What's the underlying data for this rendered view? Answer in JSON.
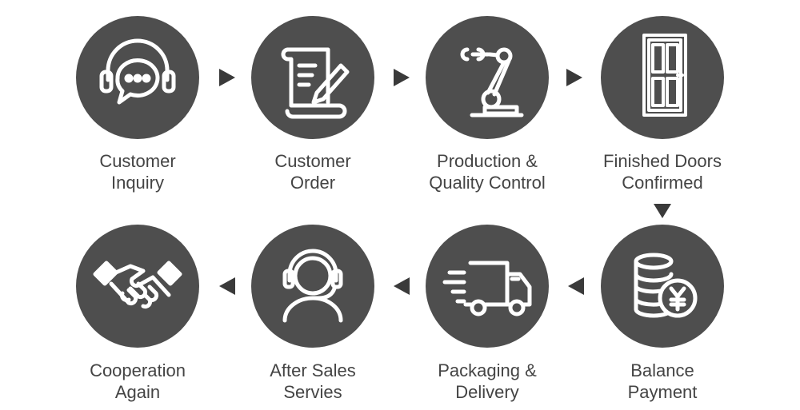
{
  "colors": {
    "circle": "#4e4e4e",
    "icon": "#ffffff",
    "arrow": "#3a3a3a",
    "text": "#444444"
  },
  "steps": [
    {
      "icon": "headset-chat-icon",
      "line1": "Customer",
      "line2": "Inquiry"
    },
    {
      "icon": "scroll-pen-icon",
      "line1": "Customer",
      "line2": "Order"
    },
    {
      "icon": "robot-arm-icon",
      "line1": "Production &",
      "line2": "Quality Control"
    },
    {
      "icon": "door-icon",
      "line1": "Finished Doors",
      "line2": "Confirmed"
    },
    {
      "icon": "coins-yen-icon",
      "line1": "Balance",
      "line2": "Payment"
    },
    {
      "icon": "delivery-truck-icon",
      "line1": "Packaging &",
      "line2": "Delivery"
    },
    {
      "icon": "support-agent-icon",
      "line1": "After Sales",
      "line2": "Servies"
    },
    {
      "icon": "handshake-icon",
      "line1": "Cooperation",
      "line2": "Again"
    }
  ]
}
